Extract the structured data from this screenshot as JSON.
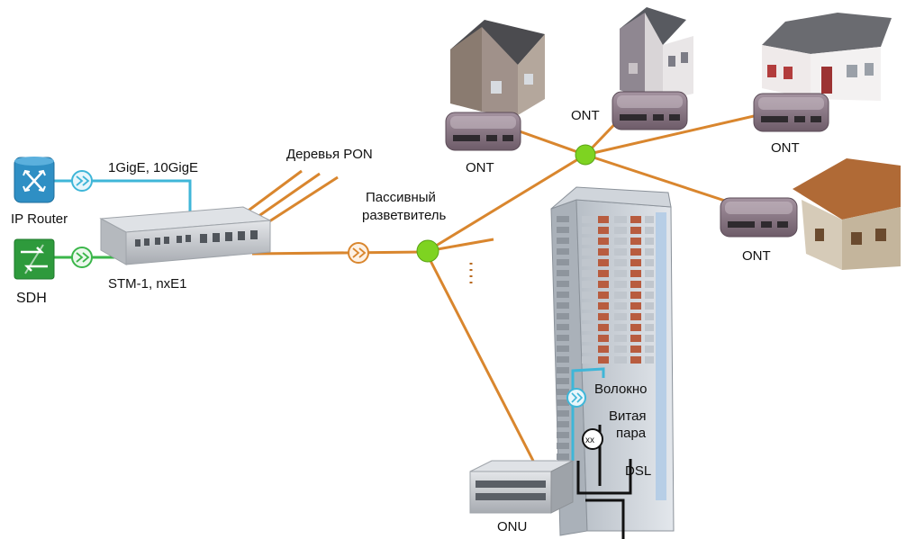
{
  "colors": {
    "fiber": "#d9862e",
    "fiber_dark": "#b8691f",
    "splitter": "#7ed321",
    "link_blue": "#3fb6d8",
    "link_green": "#3bb64a",
    "router_blue": "#2f8fc4",
    "sdh_green": "#2e9a3c",
    "ont_body": "#8e7a86",
    "device_gray": "#c9ccd0"
  },
  "labels": {
    "ip_router": "IP Router",
    "sdh": "SDH",
    "link_top": "1GigE, 10GigE",
    "link_bottom": "STM-1, nxE1",
    "pon_trees": "Деревья PON",
    "splitter_line1": "Пассивный",
    "splitter_line2": "разветвитель",
    "ont": "ONT",
    "onu": "ONU",
    "fiber": "Волокно",
    "twisted_line1": "Витая",
    "twisted_line2": "пара",
    "dsl": "DSL",
    "xx": "xx"
  },
  "icons": {
    "router": "router-icon",
    "sdh": "sdh-switch-icon",
    "olt": "olt-chassis-icon",
    "splitter": "passive-splitter-icon",
    "house": "house-icon",
    "ont": "ont-device-icon",
    "building": "apartment-building-icon",
    "onu": "onu-device-icon"
  }
}
